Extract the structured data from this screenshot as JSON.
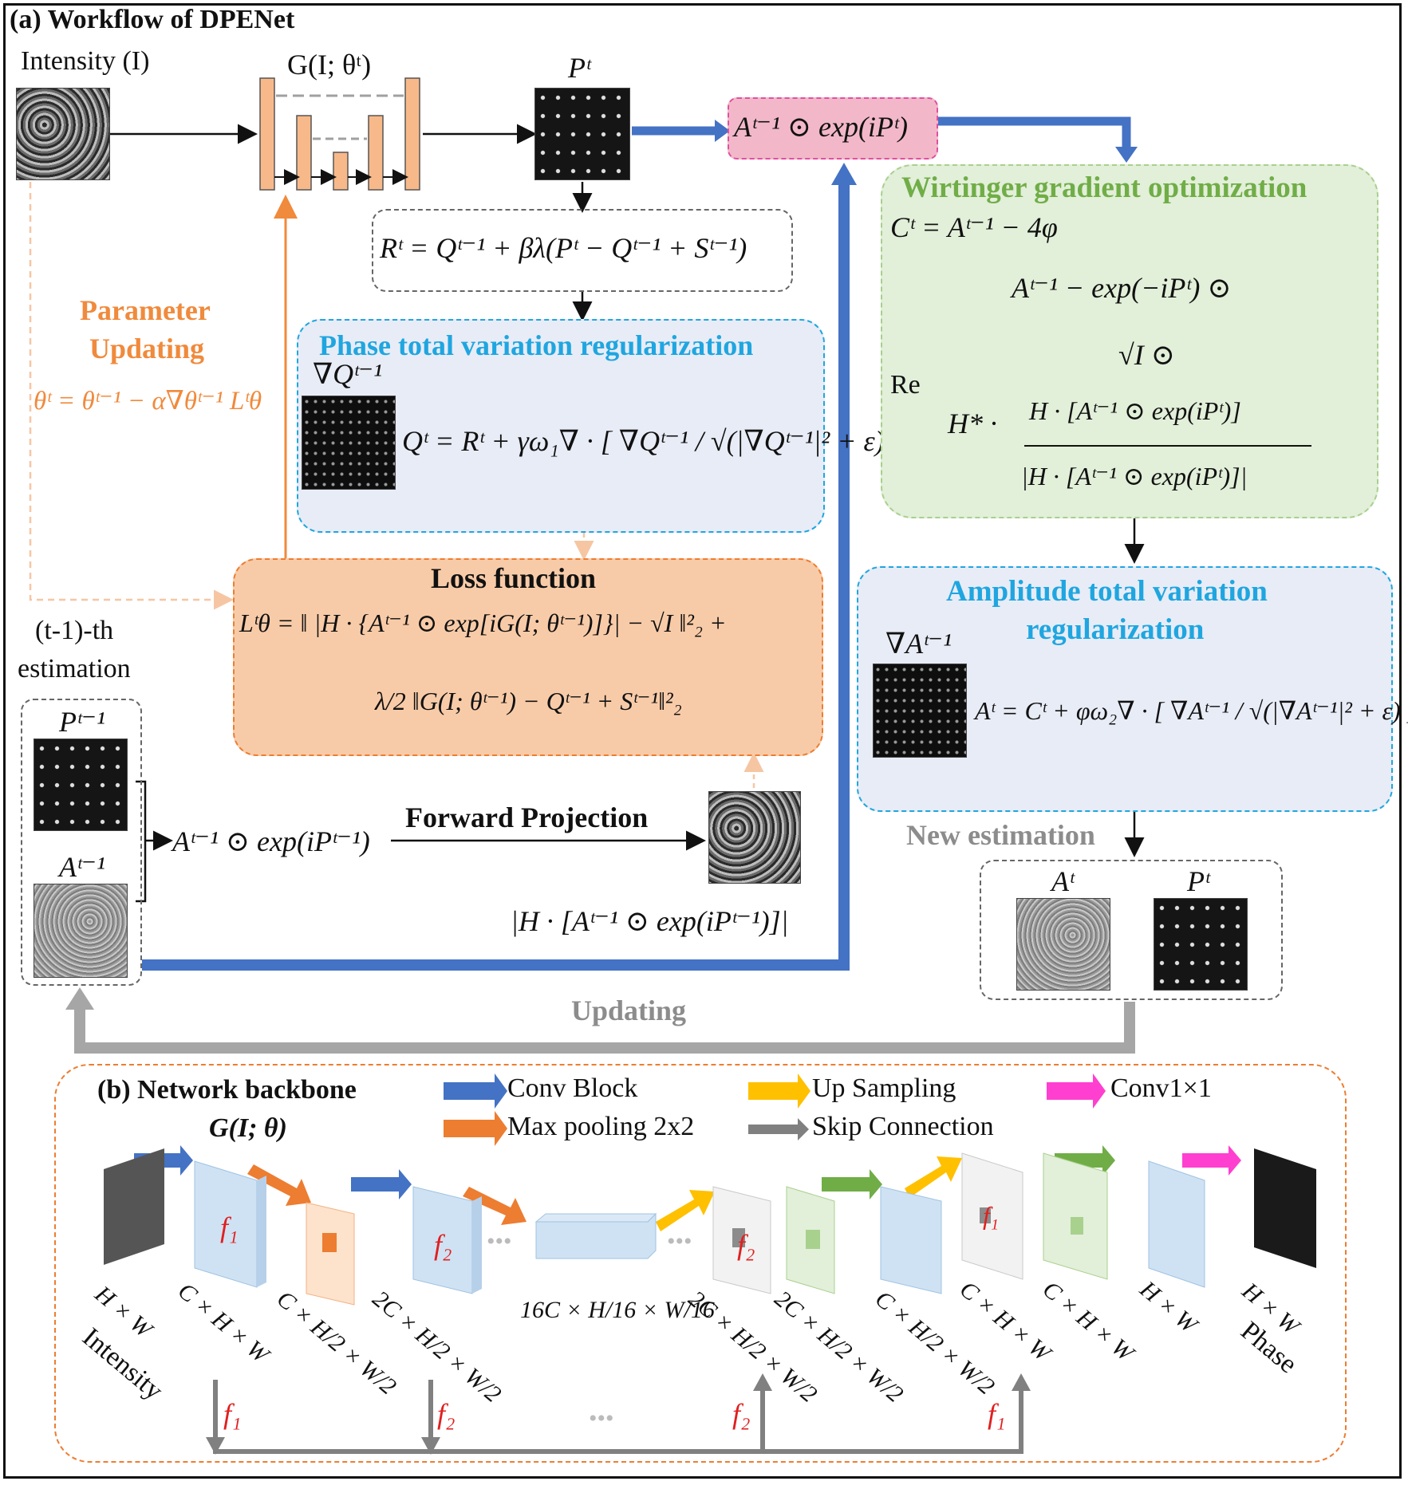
{
  "panel_a": {
    "title": "(a) Workflow of DPENet",
    "intensity_label": "Intensity (I)",
    "network_label": "G(I; θᵗ)",
    "pt_label": "Pᵗ",
    "combine_expr": "Aᵗ⁻¹ ⊙ exp(iPᵗ)",
    "r_update": "Rᵗ = Qᵗ⁻¹ + βλ(Pᵗ − Qᵗ⁻¹ + Sᵗ⁻¹)",
    "param_title_1": "Parameter",
    "param_title_2": "Updating",
    "param_eq": "θᵗ = θᵗ⁻¹ − α∇θᵗ⁻¹ Lᵗθ",
    "phase_tv_title": "Phase total variation regularization",
    "phase_tv_grad": "∇Qᵗ⁻¹",
    "phase_tv_eq": "Qᵗ = Rᵗ + γω₁∇ · [ ∇Qᵗ⁻¹ / √(|∇Qᵗ⁻¹|² + ε) ]",
    "loss_title": "Loss function",
    "loss_eq_1": "Lᵗθ = ‖ |H · {Aᵗ⁻¹ ⊙ exp[iG(I; θᵗ⁻¹)]}| − √I ‖²₂ +",
    "loss_eq_2": "λ/2 ‖G(I; θᵗ⁻¹) − Qᵗ⁻¹ + Sᵗ⁻¹‖²₂",
    "prev_est_1": "(t-1)-th",
    "prev_est_2": "estimation",
    "prev_p": "Pᵗ⁻¹",
    "prev_a": "Aᵗ⁻¹",
    "prev_expr": "Aᵗ⁻¹ ⊙ exp(iPᵗ⁻¹)",
    "forward_title": "Forward Projection",
    "forward_eq": "|H · [Aᵗ⁻¹ ⊙ exp(iPᵗ⁻¹)]|",
    "wirt_title": "Wirtinger gradient optimization",
    "wirt_eq_1": "Cᵗ = Aᵗ⁻¹ − 4φ",
    "wirt_re": "Re",
    "wirt_l1": "Aᵗ⁻¹ − exp(−iPᵗ) ⊙",
    "wirt_l2": "√I ⊙",
    "wirt_h": "H* ·",
    "wirt_num": "H · [Aᵗ⁻¹ ⊙ exp(iPᵗ)]",
    "wirt_den": "|H · [Aᵗ⁻¹ ⊙ exp(iPᵗ)]|",
    "amp_title_1": "Amplitude total variation",
    "amp_title_2": "regularization",
    "amp_grad": "∇Aᵗ⁻¹",
    "amp_eq": "Aᵗ = Cᵗ + φω₂∇ · [ ∇Aᵗ⁻¹ / √(|∇Aᵗ⁻¹|² + ε) ]",
    "new_est": "New estimation",
    "new_a": "Aᵗ",
    "new_p": "Pᵗ",
    "updating": "Updating"
  },
  "panel_b": {
    "title": "(b) Network backbone",
    "subtitle": "G(I; θ)",
    "legend": [
      {
        "label": "Conv Block",
        "color": "#4472c4"
      },
      {
        "label": "Up Sampling",
        "color": "#ffc000"
      },
      {
        "label": "Conv1×1",
        "color": "#ff3fd0"
      },
      {
        "label": "Max pooling 2x2",
        "color": "#ed7d31"
      },
      {
        "label": "Skip Connection",
        "color": "#808080"
      }
    ],
    "dims": {
      "d0": "H × W",
      "d1": "C × H × W",
      "d2": "C × H/2 × W/2",
      "d3": "2C × H/2 × W/2",
      "d4": "16C × H/16 × W/16",
      "d5": "2C × H/2 × W/2",
      "d6": "2C × H/2 × W/2",
      "d7": "C × H/2 × W/2",
      "d8": "C × H × W",
      "d9": "C × H × W",
      "d10": "H × W",
      "d11": "H × W"
    },
    "in_label": "Intensity",
    "out_label": "Phase",
    "f1": "f₁",
    "f2": "f₂",
    "dots": "•••"
  },
  "colors": {
    "orange": "#f08a3c",
    "orange_fill": "#f8cba8",
    "blue_arrow": "#4472c4",
    "pink_fill": "#f2b8c9",
    "green_fill": "#e2efd9",
    "green_text": "#70ad47",
    "cyan_text": "#1fa6e0",
    "tv_fill": "#e8ecf6",
    "gray": "#9e9e9e"
  }
}
